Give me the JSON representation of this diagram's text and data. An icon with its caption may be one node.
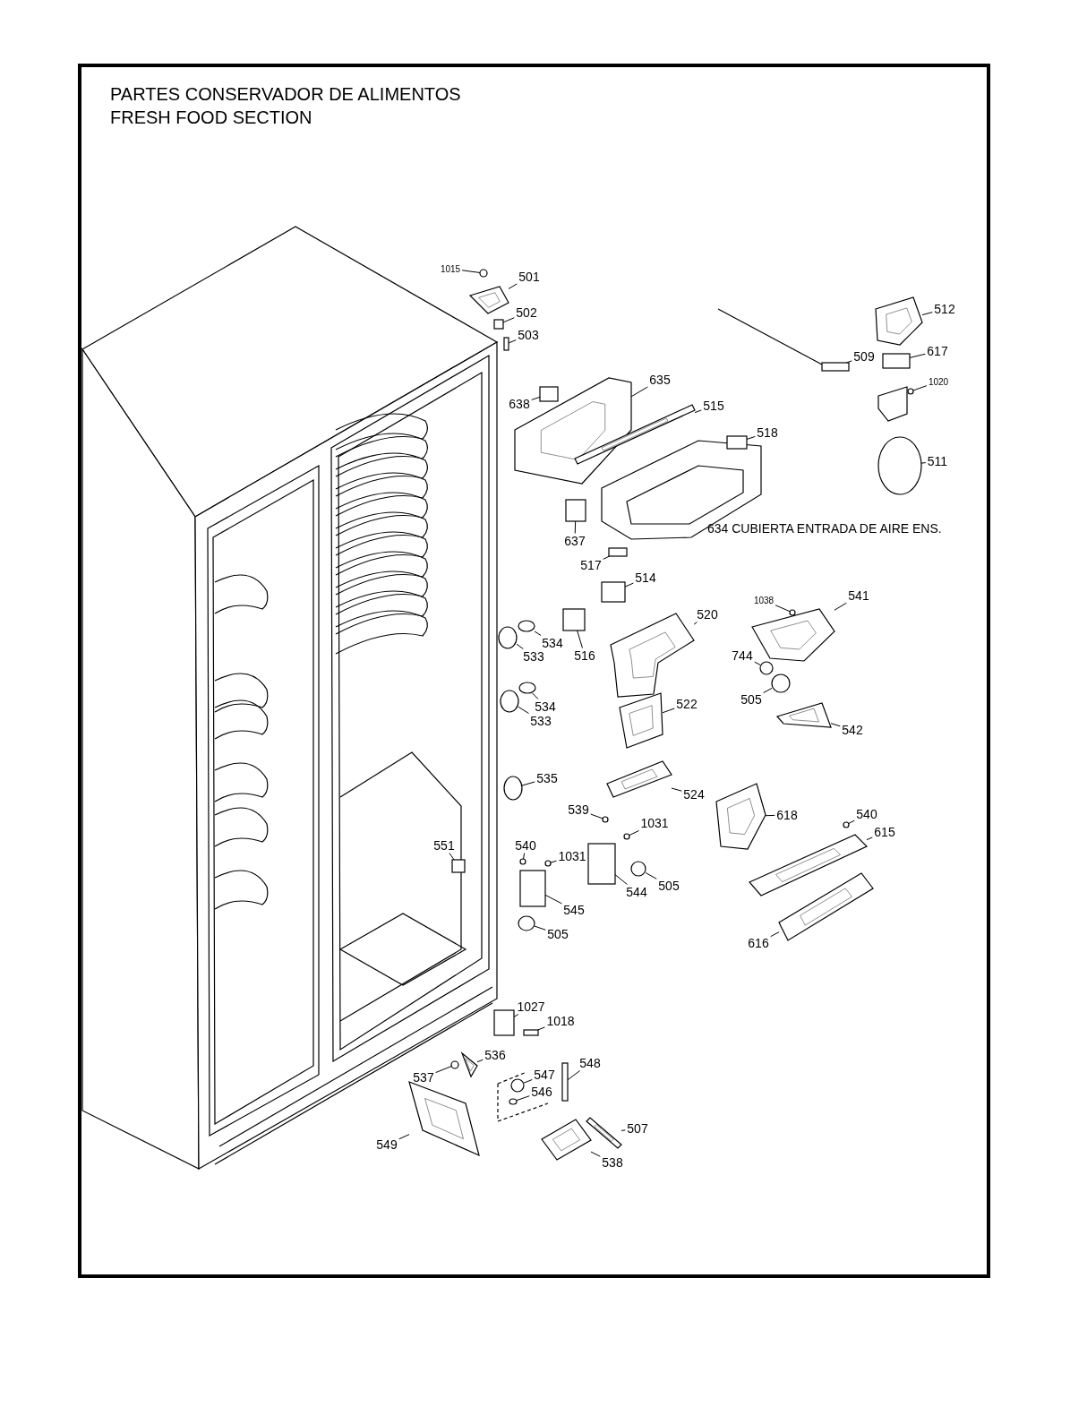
{
  "diagram": {
    "title": "PARTES CONSERVADOR DE ALIMENTOS",
    "nodes": [
      {
        "text": [
          "1015"
        ]
      },
      {
        "text": [
          "501"
        ]
      },
      {
        "text": [
          "502"
        ]
      },
      {
        "text": [
          "503"
        ]
      },
      {
        "text": [
          "512"
        ]
      },
      {
        "text": [
          "509"
        ]
      },
      {
        "text": [
          "617"
        ]
      },
      {
        "text": [
          "1020"
        ]
      },
      {
        "text": [
          "635"
        ]
      },
      {
        "text": [
          "638"
        ]
      },
      {
        "text": [
          "515"
        ]
      },
      {
        "text": [
          "518"
        ]
      },
      {
        "text": [
          "511"
        ]
      },
      {
        "text": [
          "637"
        ]
      },
      {
        "text": [
          "517"
        ]
      },
      {
        "text": [
          "514"
        ]
      },
      {
        "text": [
          "520"
        ]
      },
      {
        "text": [
          "1038"
        ]
      },
      {
        "text": [
          "541"
        ]
      },
      {
        "text": [
          "534"
        ]
      },
      {
        "text": [
          "533"
        ]
      },
      {
        "text": [
          "516"
        ]
      },
      {
        "text": [
          "744"
        ]
      },
      {
        "text": [
          "505"
        ]
      },
      {
        "text": [
          "522"
        ]
      },
      {
        "text": [
          "542"
        ]
      },
      {
        "text": [
          "534"
        ]
      },
      {
        "text": [
          "533"
        ]
      },
      {
        "text": [
          "535"
        ]
      },
      {
        "text": [
          "524"
        ]
      },
      {
        "text": [
          "539"
        ]
      },
      {
        "text": [
          "1031"
        ]
      },
      {
        "text": [
          "618"
        ]
      },
      {
        "text": [
          "540"
        ]
      },
      {
        "text": [
          "615"
        ]
      },
      {
        "text": [
          "551"
        ]
      },
      {
        "text": [
          "540"
        ]
      },
      {
        "text": [
          "1031"
        ]
      },
      {
        "text": [
          "544"
        ]
      },
      {
        "text": [
          "505"
        ]
      },
      {
        "text": [
          "545"
        ]
      },
      {
        "text": [
          "505"
        ]
      },
      {
        "text": [
          "616"
        ]
      },
      {
        "text": [
          "1027"
        ]
      },
      {
        "text": [
          "1018"
        ]
      },
      {
        "text": [
          "536"
        ]
      },
      {
        "text": [
          "537"
        ]
      },
      {
        "text": [
          "547"
        ]
      },
      {
        "text": [
          "548"
        ]
      },
      {
        "text": [
          "546"
        ]
      },
      {
        "text": [
          "549"
        ]
      },
      {
        "text": [
          "507"
        ]
      },
      {
        "text": [
          "538"
        ]
      },
      {
        "text": [],
        "shape": "circle"
      },
      {
        "text": [],
        "shape": "picture"
      },
      {
        "text": [],
        "shape": "box"
      },
      {
        "text": [],
        "shape": "box"
      },
      {
        "text": [],
        "shape": "picture"
      },
      {
        "text": [],
        "shape": "box"
      },
      {
        "text": [],
        "shape": "box"
      },
      {
        "text": [],
        "shape": "circle"
      },
      {
        "text": [],
        "shape": "picture"
      },
      {
        "text": [],
        "shape": "box"
      },
      {
        "text": [],
        "shape": "picture"
      },
      {
        "text": [],
        "shape": "box"
      },
      {
        "text": [],
        "shape": "circle"
      },
      {
        "text": [],
        "shape": "box"
      },
      {
        "text": [],
        "shape": "box"
      },
      {
        "text": [],
        "shape": "box"
      },
      {
        "text": [],
        "shape": "picture"
      },
      {
        "text": [],
        "shape": "circle"
      },
      {
        "text": [],
        "shape": "picture"
      },
      {
        "text": [],
        "shape": "circle"
      },
      {
        "text": [],
        "shape": "circle"
      },
      {
        "text": [],
        "shape": "box"
      },
      {
        "text": [],
        "shape": "circle"
      },
      {
        "text": [],
        "shape": "circle"
      },
      {
        "text": [],
        "shape": "picture"
      },
      {
        "text": [],
        "shape": "picture"
      },
      {
        "text": [],
        "shape": "circle"
      },
      {
        "text": [],
        "shape": "circle"
      },
      {
        "text": [],
        "shape": "circle"
      },
      {
        "text": [],
        "shape": "picture"
      },
      {
        "text": [],
        "shape": "circle"
      },
      {
        "text": [],
        "shape": "circle"
      },
      {
        "text": [],
        "shape": "picture"
      },
      {
        "text": [],
        "shape": "circle"
      },
      {
        "text": [],
        "shape": "picture"
      },
      {
        "text": [],
        "shape": "box"
      },
      {
        "text": [],
        "shape": "circle"
      },
      {
        "text": [],
        "shape": "circle"
      },
      {
        "text": [],
        "shape": "box"
      },
      {
        "text": [],
        "shape": "circle"
      },
      {
        "text": [],
        "shape": "box"
      },
      {
        "text": [],
        "shape": "circle"
      },
      {
        "text": [],
        "shape": "picture"
      },
      {
        "text": [],
        "shape": "box"
      },
      {
        "text": [],
        "shape": "box"
      },
      {
        "text": [],
        "shape": "picture"
      },
      {
        "text": [],
        "shape": "circle"
      },
      {
        "text": [],
        "shape": "circle"
      },
      {
        "text": [],
        "shape": "box"
      },
      {
        "text": [],
        "shape": "circle"
      },
      {
        "text": [],
        "shape": "picture"
      },
      {
        "text": [],
        "shape": "picture"
      },
      {
        "text": [],
        "shape": "picture"
      }
    ],
    "edges": [
      {
        "from": 0,
        "to": 53,
        "arrow": "none"
      },
      {
        "from": 1,
        "to": 54,
        "arrow": "none"
      },
      {
        "from": 2,
        "to": 55,
        "arrow": "none"
      },
      {
        "from": 3,
        "to": 56,
        "arrow": "none"
      },
      {
        "from": 4,
        "to": 57,
        "arrow": "none"
      },
      {
        "from": 5,
        "to": 58,
        "arrow": "none"
      },
      {
        "from": 6,
        "to": 59,
        "arrow": "none"
      },
      {
        "from": 7,
        "to": 60,
        "arrow": "none"
      },
      {
        "from": 8,
        "to": 61,
        "arrow": "none"
      },
      {
        "from": 9,
        "to": 62,
        "arrow": "none"
      },
      {
        "from": 10,
        "to": 63,
        "arrow": "none"
      },
      {
        "from": 11,
        "to": 64,
        "arrow": "none"
      },
      {
        "from": 12,
        "to": 65,
        "arrow": "none"
      },
      {
        "from": 13,
        "to": 66,
        "arrow": "none"
      },
      {
        "from": 14,
        "to": 67,
        "arrow": "none"
      },
      {
        "from": 15,
        "to": 68,
        "arrow": "none"
      },
      {
        "from": 16,
        "to": 69,
        "arrow": "none"
      },
      {
        "from": 17,
        "to": 70,
        "arrow": "none"
      },
      {
        "from": 18,
        "to": 71,
        "arrow": "none"
      },
      {
        "from": 19,
        "to": 72,
        "arrow": "none"
      },
      {
        "from": 20,
        "to": 73,
        "arrow": "none"
      },
      {
        "from": 21,
        "to": 74,
        "arrow": "none"
      },
      {
        "from": 22,
        "to": 75,
        "arrow": "none"
      },
      {
        "from": 23,
        "to": 76,
        "arrow": "none"
      },
      {
        "from": 24,
        "to": 77,
        "arrow": "none"
      },
      {
        "from": 25,
        "to": 78,
        "arrow": "none"
      },
      {
        "from": 26,
        "to": 79,
        "arrow": "none"
      },
      {
        "from": 27,
        "to": 80,
        "arrow": "none"
      },
      {
        "from": 28,
        "to": 81,
        "arrow": "none"
      },
      {
        "from": 29,
        "to": 82,
        "arrow": "none"
      },
      {
        "from": 30,
        "to": 83,
        "arrow": "none"
      },
      {
        "from": 31,
        "to": 84,
        "arrow": "none"
      },
      {
        "from": 32,
        "to": 85,
        "arrow": "none"
      },
      {
        "from": 33,
        "to": 86,
        "arrow": "none"
      },
      {
        "from": 34,
        "to": 87,
        "arrow": "none"
      },
      {
        "from": 35,
        "to": 88,
        "arrow": "none"
      },
      {
        "from": 36,
        "to": 89,
        "arrow": "none"
      },
      {
        "from": 37,
        "to": 90,
        "arrow": "none"
      },
      {
        "from": 38,
        "to": 91,
        "arrow": "none"
      },
      {
        "from": 39,
        "to": 92,
        "arrow": "none"
      },
      {
        "from": 40,
        "to": 93,
        "arrow": "none"
      },
      {
        "from": 41,
        "to": 94,
        "arrow": "none"
      },
      {
        "from": 42,
        "to": 95,
        "arrow": "none"
      },
      {
        "from": 43,
        "to": 96,
        "arrow": "none"
      },
      {
        "from": 44,
        "to": 97,
        "arrow": "none"
      },
      {
        "from": 45,
        "to": 98,
        "arrow": "none"
      },
      {
        "from": 46,
        "to": 99,
        "arrow": "none"
      },
      {
        "from": 47,
        "to": 100,
        "arrow": "none"
      },
      {
        "from": 48,
        "to": 101,
        "arrow": "none"
      },
      {
        "from": 49,
        "to": 102,
        "arrow": "none"
      },
      {
        "from": 50,
        "to": 103,
        "arrow": "none"
      },
      {
        "from": 51,
        "to": 104,
        "arrow": "none"
      },
      {
        "from": 52,
        "to": 105,
        "arrow": "none"
      }
    ],
    "labels": [
      "FRESH FOOD SECTION",
      "634 CUBIERTA ENTRADA DE AIRE ENS."
    ]
  }
}
